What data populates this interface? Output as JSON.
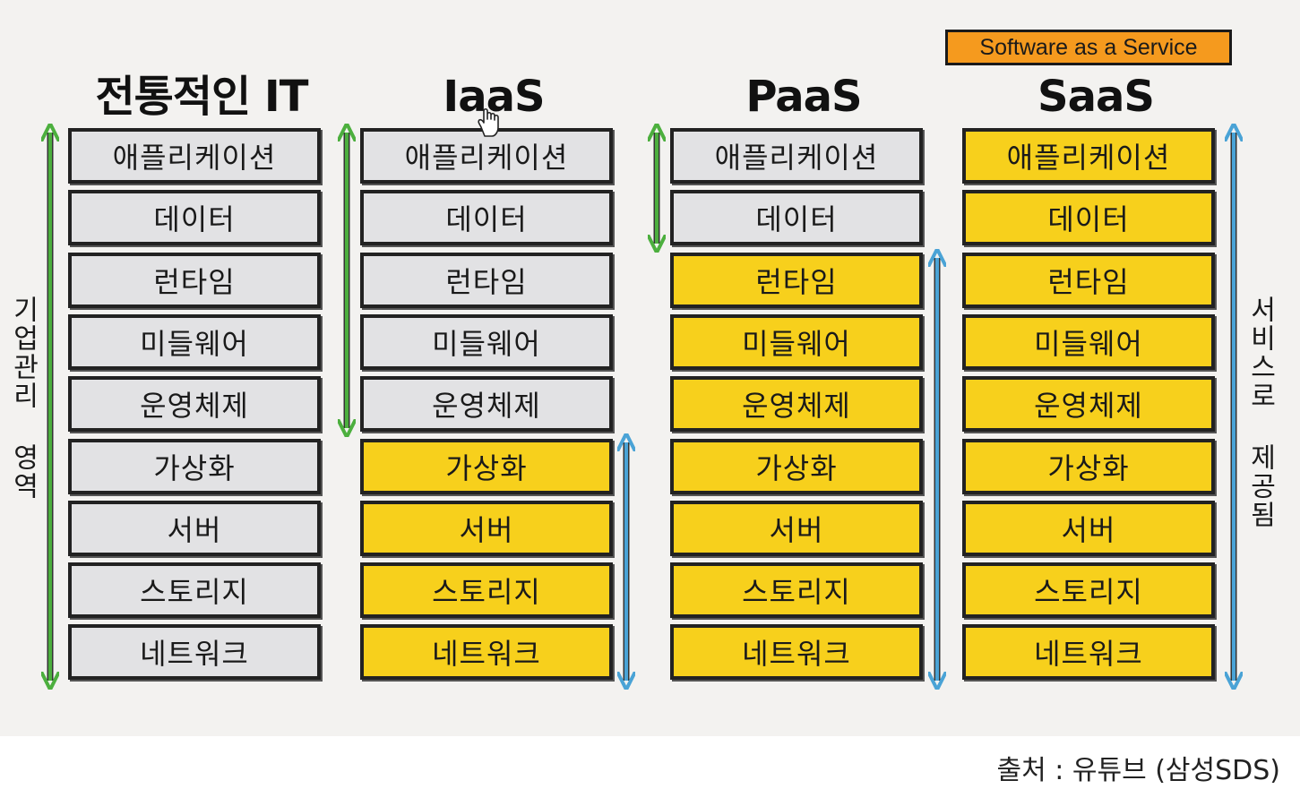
{
  "badge": "Software as a Service",
  "columns": [
    {
      "title": "전통적인 IT",
      "layers": [
        {
          "label": "애플리케이션",
          "state": "managed"
        },
        {
          "label": "데이터",
          "state": "managed"
        },
        {
          "label": "런타임",
          "state": "managed"
        },
        {
          "label": "미들웨어",
          "state": "managed"
        },
        {
          "label": "운영체제",
          "state": "managed"
        },
        {
          "label": "가상화",
          "state": "managed"
        },
        {
          "label": "서버",
          "state": "managed"
        },
        {
          "label": "스토리지",
          "state": "managed"
        },
        {
          "label": "네트워크",
          "state": "managed"
        }
      ]
    },
    {
      "title": "IaaS",
      "layers": [
        {
          "label": "애플리케이션",
          "state": "managed"
        },
        {
          "label": "데이터",
          "state": "managed"
        },
        {
          "label": "런타임",
          "state": "managed"
        },
        {
          "label": "미들웨어",
          "state": "managed"
        },
        {
          "label": "운영체제",
          "state": "managed"
        },
        {
          "label": "가상화",
          "state": "provided"
        },
        {
          "label": "서버",
          "state": "provided"
        },
        {
          "label": "스토리지",
          "state": "provided"
        },
        {
          "label": "네트워크",
          "state": "provided"
        }
      ]
    },
    {
      "title": "PaaS",
      "layers": [
        {
          "label": "애플리케이션",
          "state": "managed"
        },
        {
          "label": "데이터",
          "state": "managed"
        },
        {
          "label": "런타임",
          "state": "provided"
        },
        {
          "label": "미들웨어",
          "state": "provided"
        },
        {
          "label": "운영체제",
          "state": "provided"
        },
        {
          "label": "가상화",
          "state": "provided"
        },
        {
          "label": "서버",
          "state": "provided"
        },
        {
          "label": "스토리지",
          "state": "provided"
        },
        {
          "label": "네트워크",
          "state": "provided"
        }
      ]
    },
    {
      "title": "SaaS",
      "layers": [
        {
          "label": "애플리케이션",
          "state": "provided"
        },
        {
          "label": "데이터",
          "state": "provided"
        },
        {
          "label": "런타임",
          "state": "provided"
        },
        {
          "label": "미들웨어",
          "state": "provided"
        },
        {
          "label": "운영체제",
          "state": "provided"
        },
        {
          "label": "가상화",
          "state": "provided"
        },
        {
          "label": "서버",
          "state": "provided"
        },
        {
          "label": "스토리지",
          "state": "provided"
        },
        {
          "label": "네트워크",
          "state": "provided"
        }
      ]
    }
  ],
  "left_label": "기업관리 영역",
  "right_label": "서비스로 제공됨",
  "source": "출처 : 유튜브 (삼성SDS)",
  "colors": {
    "managed": "#e2e2e4",
    "provided": "#f7d01c",
    "managed_arrow": "#4caf3e",
    "provided_arrow": "#4aa3d6",
    "badge": "#f59a1e",
    "background": "#f3f2f0"
  },
  "icons": [
    "hand-cursor-icon"
  ]
}
